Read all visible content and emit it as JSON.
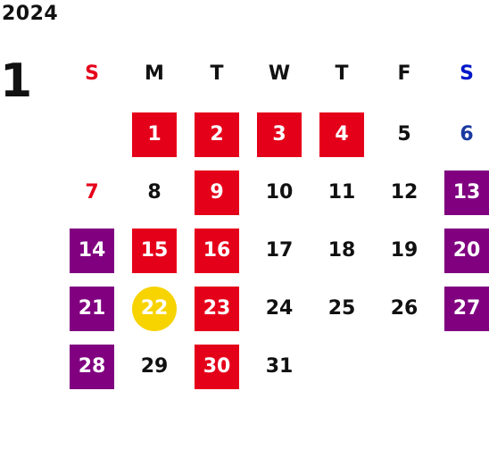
{
  "calendar": {
    "year": "2024",
    "month": "1",
    "weekdays": [
      "S",
      "M",
      "T",
      "W",
      "T",
      "F",
      "S"
    ],
    "colors": {
      "holiday_bg": "#e5001a",
      "weekend_bg": "#800080",
      "today_bg": "#f7d300",
      "sunday_text": "#e5001a",
      "saturday_text": "#0017c8"
    },
    "weeks": [
      [
        "",
        "1",
        "2",
        "3",
        "4",
        "5",
        "6"
      ],
      [
        "7",
        "8",
        "9",
        "10",
        "11",
        "12",
        "13"
      ],
      [
        "14",
        "15",
        "16",
        "17",
        "18",
        "19",
        "20"
      ],
      [
        "21",
        "22",
        "23",
        "24",
        "25",
        "26",
        "27"
      ],
      [
        "28",
        "29",
        "30",
        "31",
        "",
        "",
        ""
      ]
    ]
  }
}
